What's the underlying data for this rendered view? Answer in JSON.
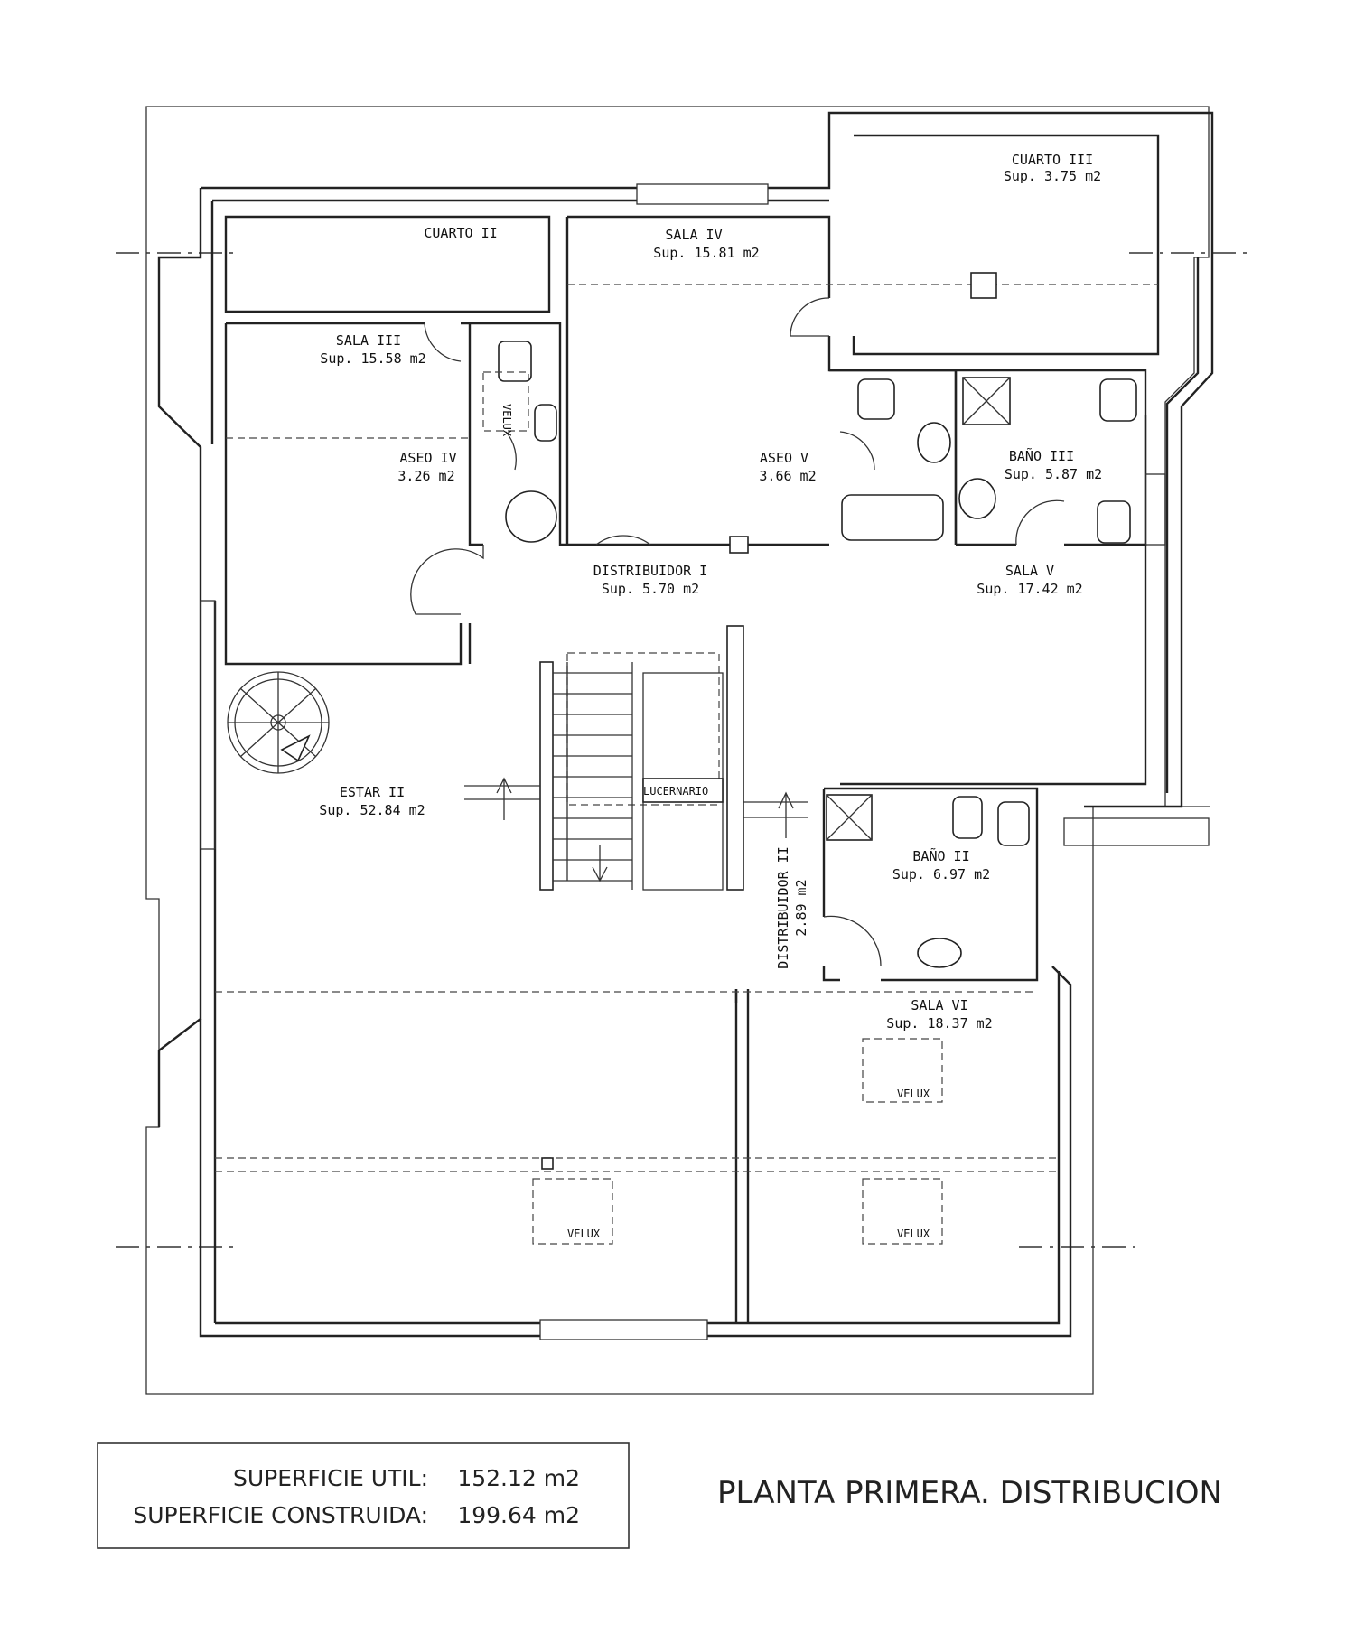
{
  "rooms": {
    "cuarto_ii": {
      "name": "CUARTO II"
    },
    "cuarto_iii": {
      "name": "CUARTO III",
      "area": "Sup. 3.75 m2"
    },
    "sala_iv": {
      "name": "SALA IV",
      "area": "Sup. 15.81 m2"
    },
    "sala_iii": {
      "name": "SALA III",
      "area": "Sup. 15.58 m2"
    },
    "aseo_iv": {
      "name": "ASEO IV",
      "area": "3.26 m2"
    },
    "aseo_v": {
      "name": "ASEO V",
      "area": "3.66 m2"
    },
    "bano_iii": {
      "name": "BAÑO III",
      "area": "Sup. 5.87 m2"
    },
    "distribuidor_i": {
      "name": "DISTRIBUIDOR I",
      "area": "Sup. 5.70 m2"
    },
    "sala_v": {
      "name": "SALA V",
      "area": "Sup. 17.42 m2"
    },
    "estar_ii": {
      "name": "ESTAR II",
      "area": "Sup. 52.84 m2"
    },
    "bano_ii": {
      "name": "BAÑO II",
      "area": "Sup. 6.97 m2"
    },
    "distribuidor_ii": {
      "name": "DISTRIBUIDOR II",
      "area": "2.89 m2"
    },
    "sala_vi": {
      "name": "SALA VI",
      "area": "Sup. 18.37 m2"
    }
  },
  "fixtures": {
    "lucernario": "LUCERNARIO",
    "velux": "VELUX"
  },
  "summary": {
    "util_label": "SUPERFICIE UTIL:",
    "util_value": "152.12 m2",
    "construida_label": "SUPERFICIE CONSTRUIDA:",
    "construida_value": "199.64 m2"
  },
  "title": "PLANTA PRIMERA. DISTRIBUCION"
}
